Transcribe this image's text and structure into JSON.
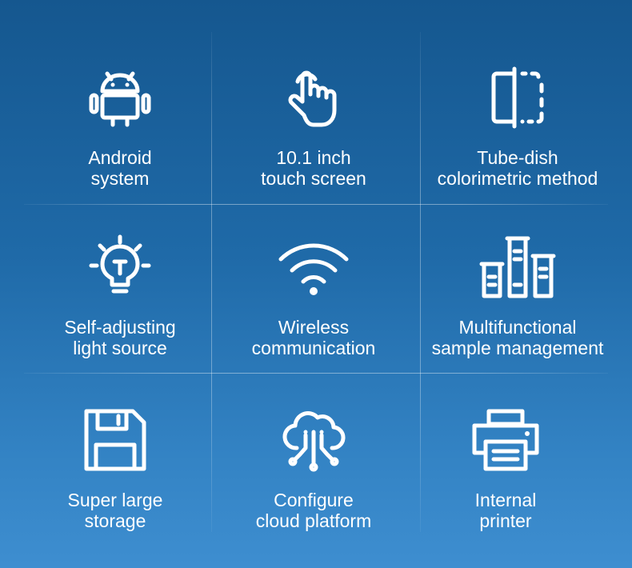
{
  "features": [
    {
      "line1": "Android",
      "line2": "system",
      "icon": "android-icon"
    },
    {
      "line1": "10.1 inch",
      "line2": "touch screen",
      "icon": "touch-hand-icon"
    },
    {
      "line1": "Tube-dish",
      "line2": "colorimetric method",
      "icon": "tube-dish-icon"
    },
    {
      "line1": "Self-adjusting",
      "line2": "light source",
      "icon": "light-bulb-icon"
    },
    {
      "line1": "Wireless",
      "line2": "communication",
      "icon": "wifi-icon"
    },
    {
      "line1": "Multifunctional",
      "line2": "sample management",
      "icon": "test-tubes-icon"
    },
    {
      "line1": "Super large",
      "line2": "storage",
      "icon": "floppy-disk-icon"
    },
    {
      "line1": "Configure",
      "line2": "cloud platform",
      "icon": "cloud-icon"
    },
    {
      "line1": "Internal",
      "line2": "printer",
      "icon": "printer-icon"
    }
  ],
  "colors": {
    "background_top": "#15578f",
    "background_bottom": "#3e8ed0",
    "icon": "#ffffff",
    "text": "#ffffff"
  }
}
